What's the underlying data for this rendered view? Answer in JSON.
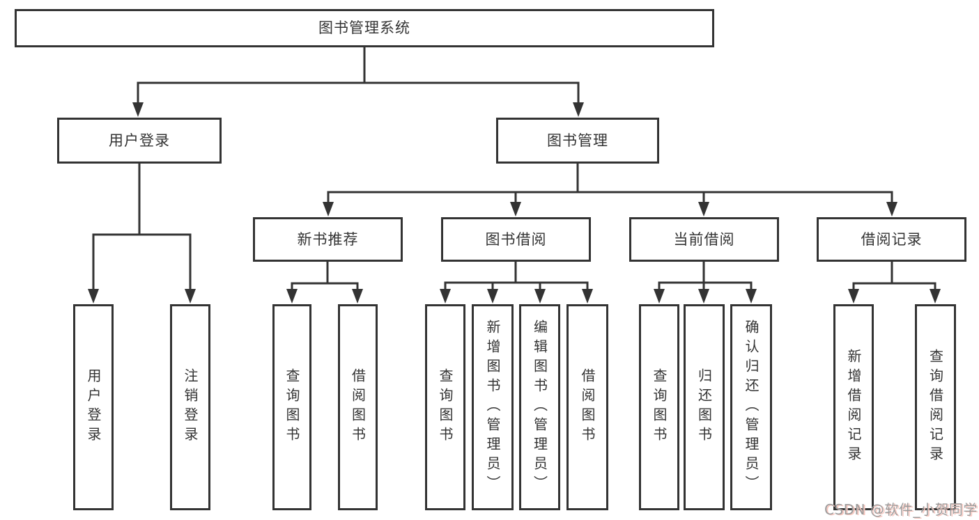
{
  "diagram": {
    "title": "图书管理系统",
    "watermark": "CSDN @软件_小贺同学",
    "colors": {
      "line": "#333333",
      "box_border": "#333333",
      "text": "#333333",
      "background": "#ffffff",
      "watermark_text": "#9c9c9c",
      "watermark_shadow": "#f8c8c0"
    },
    "tree": {
      "root": "图书管理系统",
      "branches": [
        {
          "label": "用户登录",
          "children": [
            "用户登录",
            "注销登录"
          ]
        },
        {
          "label": "图书管理",
          "groups": [
            {
              "label": "新书推荐",
              "children": [
                "查询图书",
                "借阅图书"
              ]
            },
            {
              "label": "图书借阅",
              "children": [
                "查询图书",
                "新增图书（管理员）",
                "编辑图书（管理员）",
                "借阅图书"
              ]
            },
            {
              "label": "当前借阅",
              "children": [
                "查询图书",
                "归还图书",
                "确认归还（管理员）"
              ]
            },
            {
              "label": "借阅记录",
              "children": [
                "新增借阅记录",
                "查询借阅记录"
              ]
            }
          ]
        }
      ]
    }
  }
}
